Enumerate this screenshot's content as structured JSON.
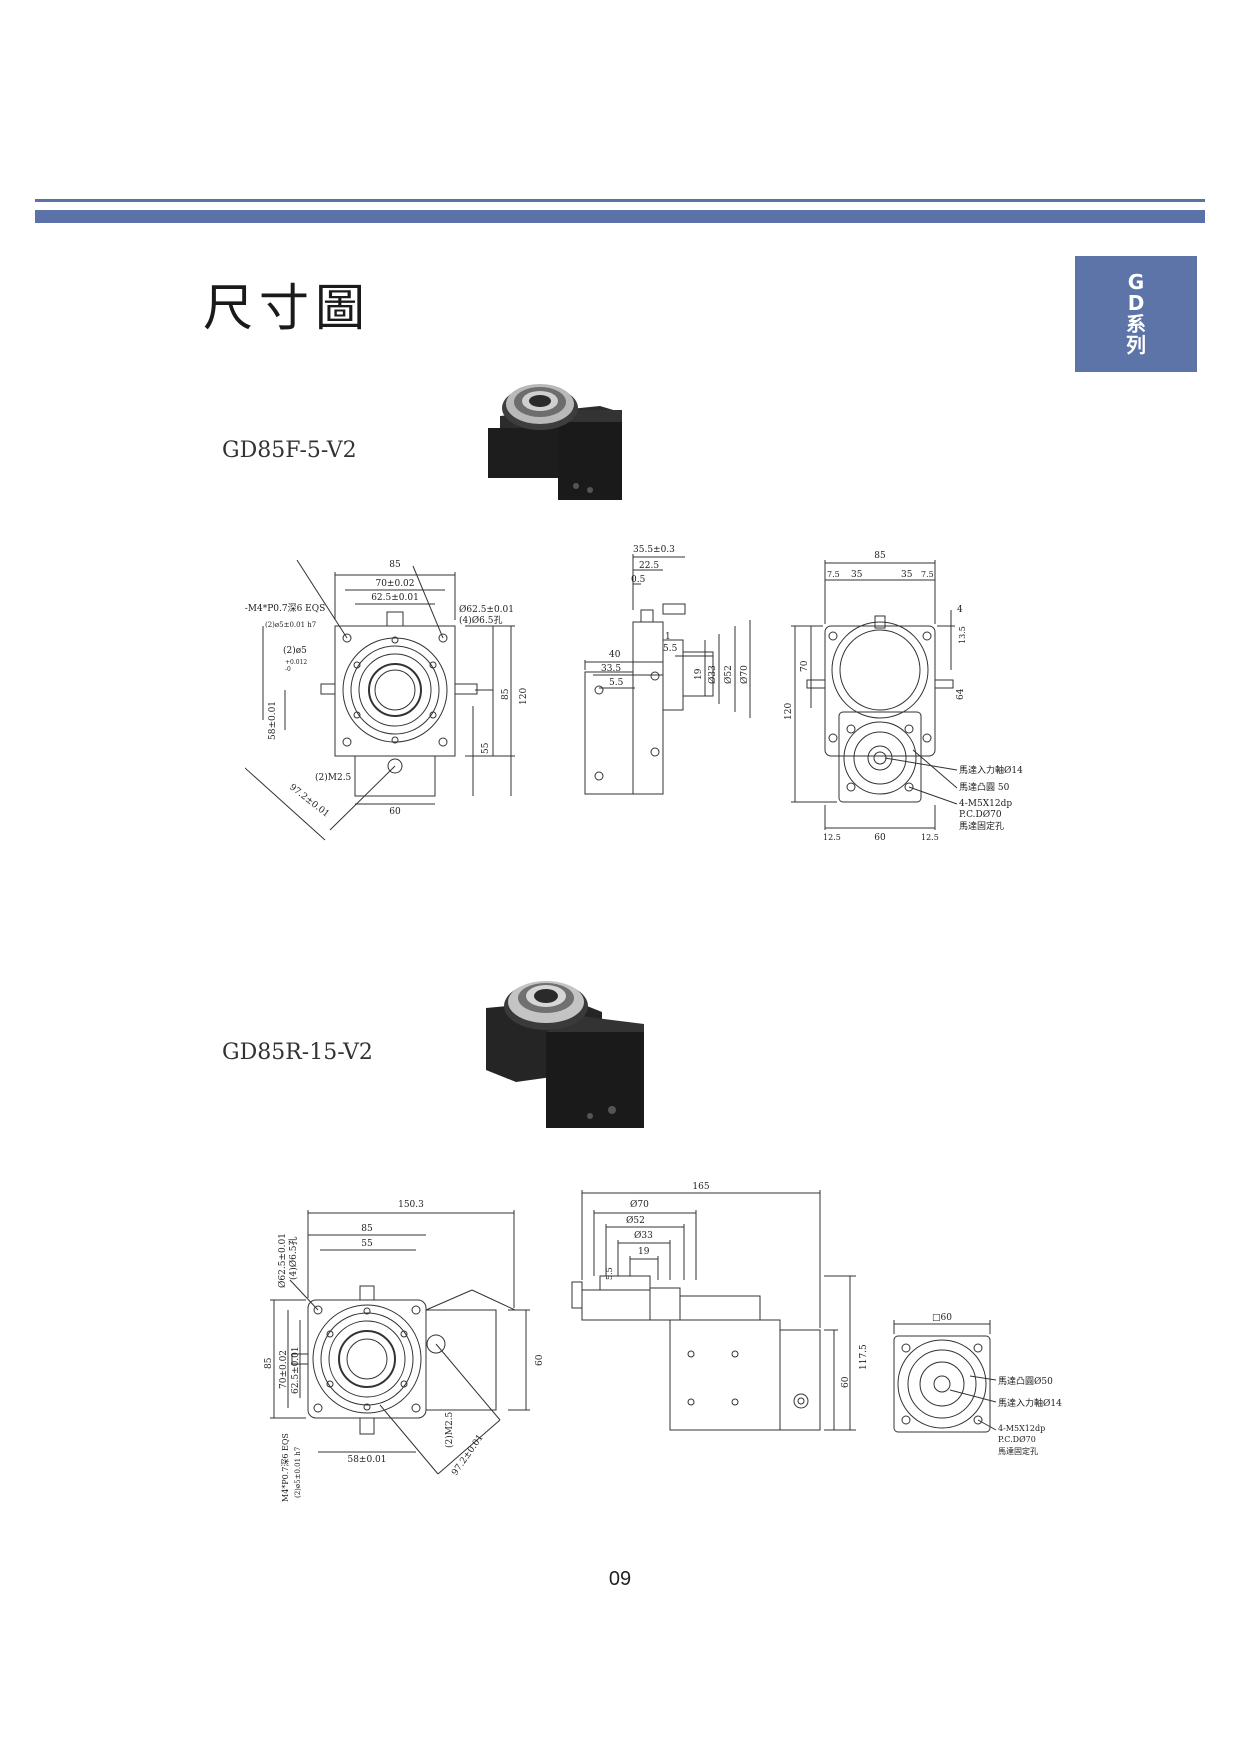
{
  "header": {
    "title": "尺寸圖"
  },
  "side_tab": {
    "line1": "G",
    "line2": "D",
    "line3": "系",
    "line4": "列"
  },
  "products": [
    {
      "model": "GD85F-5-V2"
    },
    {
      "model": "GD85R-15-V2"
    }
  ],
  "drawing1": {
    "front": {
      "d85": "85",
      "d70": "70±0.02",
      "d625": "62.5±0.01",
      "m4": "6-M4*P0.7深6 EQS",
      "pin5": "(2)ø5±0.01 h7",
      "pin5b": "(2)ø5",
      "tol": "+0.012",
      "tol0": "-0",
      "dia625": "Ø62.5±0.01",
      "hole": "(4)Ø6.5孔",
      "d58": "58±0.01",
      "d85v": "85",
      "d120": "120",
      "d55": "55",
      "m25": "(2)M2.5",
      "d60": "60",
      "d972": "97.2±0.01"
    },
    "side": {
      "d355": "35.5±0.3",
      "d225": "22.5",
      "d05": "0.5",
      "d55": "5.5",
      "d1": "1",
      "d40": "40",
      "d335": "33.5",
      "d55b": "5.5",
      "d19": "19",
      "d33": "Ø33",
      "d52": "Ø52",
      "d70": "Ø70"
    },
    "end": {
      "d85": "85",
      "d75a": "7.5",
      "d35a": "35",
      "d35b": "35",
      "d75b": "7.5",
      "d4": "4",
      "d135": "13.5",
      "d64": "64",
      "d70": "70",
      "d120": "120",
      "d125a": "12.5",
      "d60": "60",
      "d125b": "12.5",
      "l1": "馬達入力軸Ø14",
      "l2": "馬達凸圓  50",
      "l3": "4-M5X12dp",
      "l4": "P.C.DØ70",
      "l5": "馬達固定孔"
    }
  },
  "drawing2": {
    "front": {
      "d1503": "150.3",
      "d85": "85",
      "d55": "55",
      "dia625": "Ø62.5±0.01",
      "hole": "(4)Ø6.5孔",
      "d85v": "85",
      "d70": "70±0.02",
      "d625": "62.5±0.01",
      "d60": "60",
      "m25": "(2)M2.5",
      "d972": "97.2±0.01",
      "d58": "58±0.01",
      "m4": "M4*P0.7深6 EQS",
      "pin5": "(2)ø5±0.01 h7"
    },
    "side": {
      "d165": "165",
      "d70": "Ø70",
      "d52": "Ø52",
      "d33": "Ø33",
      "d19": "19",
      "d55": "5.5",
      "d1175": "117.5",
      "d60": "60"
    },
    "end": {
      "sq60": "□60",
      "l1": "馬達凸圓Ø50",
      "l2": "馬達入力軸Ø14",
      "l3": "4-M5X12dp",
      "l4": "P.C.DØ70",
      "l5": "馬達固定孔"
    }
  },
  "footer": {
    "page": "09"
  }
}
